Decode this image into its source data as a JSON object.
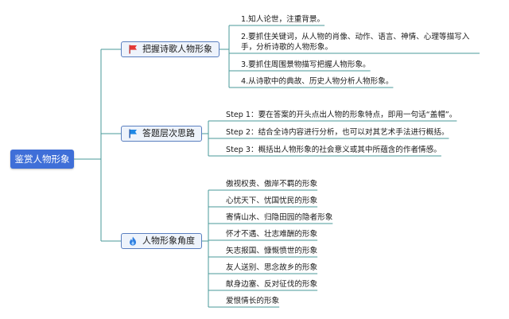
{
  "root": {
    "label": "鉴赏人物形象"
  },
  "branches": [
    {
      "label": "把握诗歌人物形象",
      "icon": "red-flag-icon",
      "items": [
        "1.知人论世，注重背景。",
        "2.要抓住关键词，从人物的肖像、动作、语言、神情、心理等描写入手，分析诗歌的人物形象。",
        "3.要抓住周围景物描写把握人物形象。",
        "4.从诗歌中的典故、历史人物分析人物形象。"
      ]
    },
    {
      "label": "答题层次思路",
      "icon": "blue-flag-icon",
      "items": [
        "Step 1：要在答案的开头点出人物的形象特点，即用一句话“盖帽”。",
        "Step 2：结合全诗内容进行分析，也可以对其艺术手法进行概括。",
        "Step 3：概括出人物形象的社会意义或其中所蕴含的作者情感。"
      ]
    },
    {
      "label": "人物形象角度",
      "icon": "flame-icon",
      "items": [
        "傲视权贵、傲岸不羁的形象",
        "心忧天下、忧国忧民的形象",
        "寄情山水、归隐田园的隐者形象",
        "怀才不遇、壮志难酬的形象",
        "矢志报国、慷慨愤世的形象",
        "友人送别、思念故乡的形象",
        "献身边塞、反对征伐的形象",
        "爱恨情长的形象"
      ]
    }
  ],
  "colors": {
    "root_fill": "#3f6fd8",
    "branch_fill": "#eef3fb",
    "branch_border": "#5a7fc0",
    "connector": "#4a9a9a",
    "red_flag": "#e53935",
    "blue_flag": "#1e88e5",
    "flame": "#2f7fe0"
  }
}
